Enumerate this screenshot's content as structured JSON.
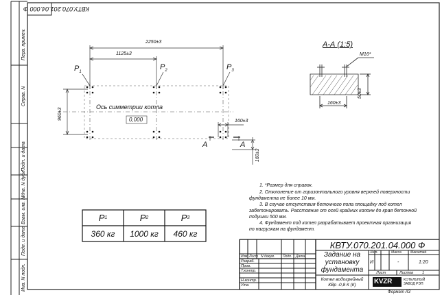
{
  "doc": {
    "code": "КВТУ.070.201.04.000  Ф",
    "code_rotated": "КВТУ.070.201.04.000  Ф",
    "title_lines": [
      "Задание на",
      "установку",
      "фундамента"
    ],
    "subtitle_lines": [
      "Котел водогрейный",
      "КВр -0,8 К  (К)"
    ],
    "format": "Формат А3",
    "company_lines": [
      "КОТЕЛЬНЫЙ",
      "ЗАВОД РЭП"
    ],
    "logo_text": "KVZR"
  },
  "drawing": {
    "dim_total": "2250±3",
    "dim_half": "1125±3",
    "dim_vertical": "960±3",
    "dim_side": "160±3",
    "dim_side_v": "160±3",
    "p1": "P",
    "p1_sub": "1",
    "p2": "P",
    "p2_sub": "2",
    "p3": "P",
    "p3_sub": "3",
    "axis_label": "Ось симметрии котла",
    "level_value": "0,000",
    "section_a1": "А",
    "section_a2": "А",
    "section_title": "А-А (1:5)",
    "section_m16": "М16*",
    "section_dim_h": "160±3",
    "section_dim_v": "50±3"
  },
  "notes": [
    "1. *Размер для справок.",
    "2. Отклонение от горизонтального уровня верхней поверхности",
    "фундамента не более 10 мм.",
    "3. В случае отсутствия бетонного пола площадку под котел",
    "забетонировать. Расстояние от осей крайних колонн до края бетонной",
    "подушки 500 мм.",
    "4. Фундамент под котел разрабатывает проектная организация",
    "по нагрузкам на фундамент."
  ],
  "loads": {
    "headers": [
      {
        "main": "P",
        "sub": "1"
      },
      {
        "main": "P",
        "sub": "2"
      },
      {
        "main": "P",
        "sub": "3"
      }
    ],
    "values": [
      "360 кг",
      "1000 кг",
      "460 кг"
    ]
  },
  "title_block": {
    "col_izm": "Изм",
    "col_list": "Лист",
    "col_ndok": "N докум.",
    "col_podp": "Подп.",
    "col_data": "Дата",
    "row_razrab": "Разраб.",
    "row_prov": "Пров.",
    "row_tkontr": "Т.контр.",
    "row_nkontr": "Н.контр.",
    "row_utv": "Утв.",
    "lit_label": "Лит.",
    "mass_label": "Масса",
    "scale_label": "Масштаб",
    "lit_value": "И",
    "mass_value": "-",
    "scale_value": "1:20",
    "sheet_label": "Лист",
    "sheets_label": "Листов",
    "sheets_value": "1"
  },
  "side_stamps": [
    "Перв. примен.",
    "Справ. N",
    "Подп. и дата",
    "Инв. N дубл.",
    "Взам. инв. N",
    "Подп. и дата",
    "Инв. N подл."
  ]
}
